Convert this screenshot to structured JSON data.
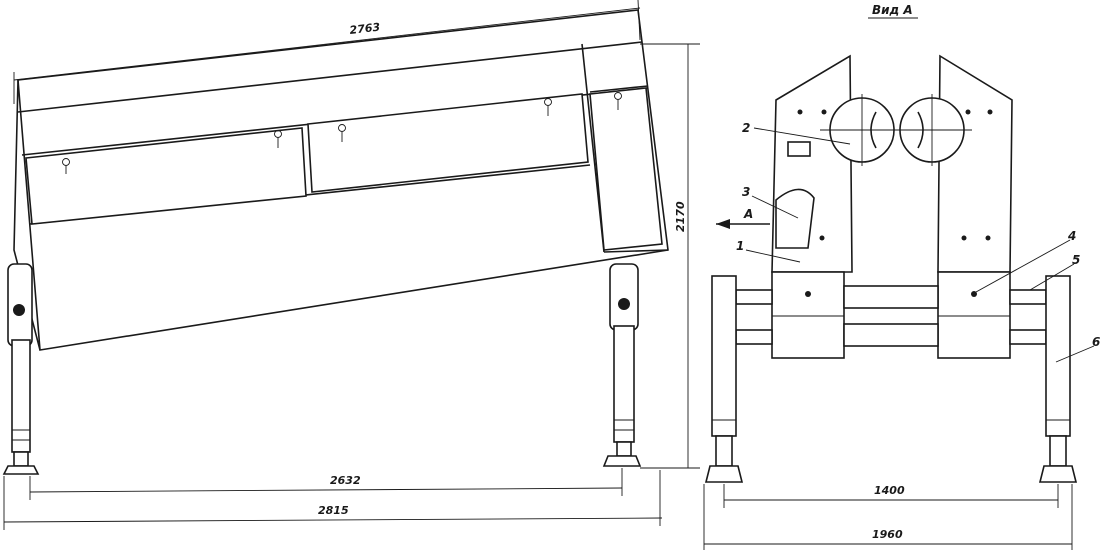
{
  "side_view": {
    "dimensions": {
      "top_length": "2763",
      "height": "2170",
      "inner_span": "2632",
      "overall_length": "2815"
    }
  },
  "view_a": {
    "title": "Вид А",
    "arrow_label": "А",
    "callouts": [
      "1",
      "2",
      "3",
      "4",
      "5",
      "6"
    ],
    "dimensions": {
      "inner_width": "1400",
      "overall_width": "1960"
    }
  }
}
